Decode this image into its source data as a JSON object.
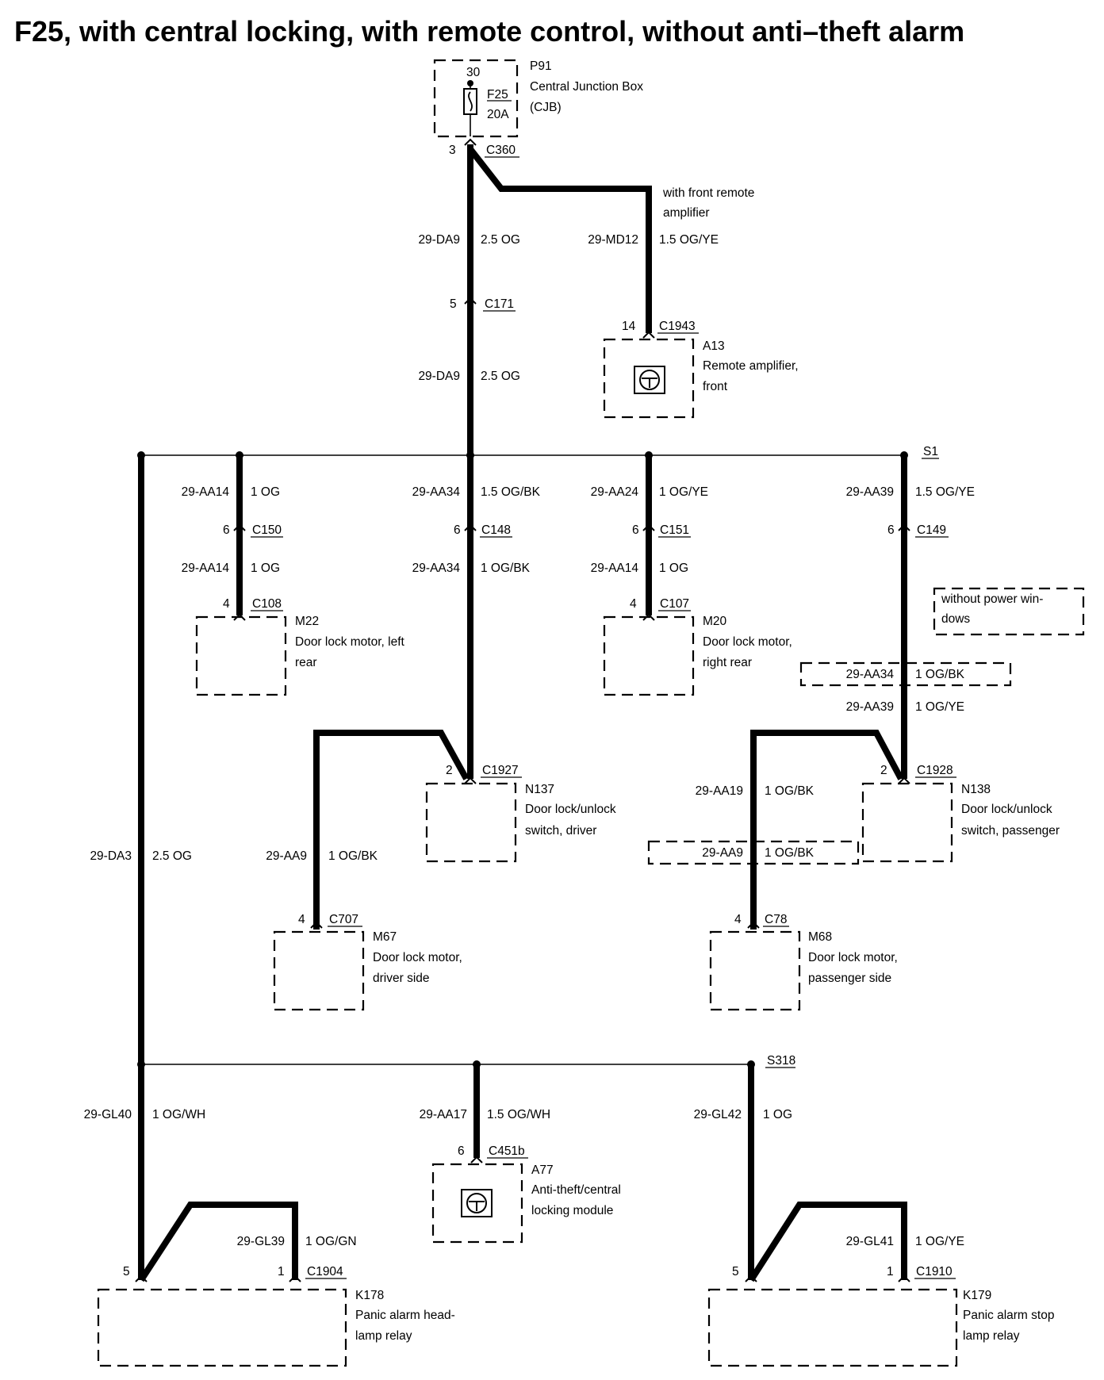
{
  "title": "F25, with central locking, with remote control, without anti–theft alarm",
  "components": {
    "p91": {
      "id": "P91",
      "line1": "Central Junction Box",
      "line2": "(CJB)"
    },
    "f25": {
      "fuse": "F25",
      "rating": "20A",
      "pin": "30"
    },
    "a13": {
      "id": "A13",
      "line1": "Remote amplifier,",
      "line2": "front"
    },
    "m22": {
      "id": "M22",
      "line1": "Door lock motor, left",
      "line2": "rear"
    },
    "m20": {
      "id": "M20",
      "line1": "Door lock motor,",
      "line2": "right rear"
    },
    "n137": {
      "id": "N137",
      "line1": "Door lock/unlock",
      "line2": "switch, driver"
    },
    "n138": {
      "id": "N138",
      "line1": "Door lock/unlock",
      "line2": "switch, passenger"
    },
    "m67": {
      "id": "M67",
      "line1": "Door lock motor,",
      "line2": "driver side"
    },
    "m68": {
      "id": "M68",
      "line1": "Door lock motor,",
      "line2": "passenger side"
    },
    "a77": {
      "id": "A77",
      "line1": "Anti-theft/central",
      "line2": "locking module"
    },
    "k178": {
      "id": "K178",
      "line1": "Panic alarm head-",
      "line2": "lamp relay"
    },
    "k179": {
      "id": "K179",
      "line1": "Panic alarm stop",
      "line2": "lamp relay"
    }
  },
  "connectors": {
    "c360": {
      "name": "C360",
      "pin": "3"
    },
    "c171": {
      "name": "C171",
      "pin": "5"
    },
    "c1943": {
      "name": "C1943",
      "pin": "14"
    },
    "c150": {
      "name": "C150",
      "pin": "6"
    },
    "c148": {
      "name": "C148",
      "pin": "6"
    },
    "c151": {
      "name": "C151",
      "pin": "6"
    },
    "c149": {
      "name": "C149",
      "pin": "6"
    },
    "c108": {
      "name": "C108",
      "pin": "4"
    },
    "c107": {
      "name": "C107",
      "pin": "4"
    },
    "c1927": {
      "name": "C1927",
      "pin": "2"
    },
    "c1928": {
      "name": "C1928",
      "pin": "2"
    },
    "c707": {
      "name": "C707",
      "pin": "4"
    },
    "c78": {
      "name": "C78",
      "pin": "4"
    },
    "c451b": {
      "name": "C451b",
      "pin": "6"
    },
    "c1904": {
      "name": "C1904",
      "pin_a": "5",
      "pin_b": "1"
    },
    "c1910": {
      "name": "C1910",
      "pin_a": "5",
      "pin_b": "1"
    }
  },
  "splices": {
    "s1": "S1",
    "s318": "S318"
  },
  "notes": {
    "front_amp": {
      "line1": "with front remote",
      "line2": "amplifier"
    },
    "no_windows": {
      "line1": "without power win-",
      "line2": "dows"
    }
  },
  "wires": {
    "da9_upper": {
      "circuit": "29-DA9",
      "spec": "2.5 OG"
    },
    "md12": {
      "circuit": "29-MD12",
      "spec": "1.5 OG/YE"
    },
    "da9_lower": {
      "circuit": "29-DA9",
      "spec": "2.5 OG"
    },
    "aa14_a": {
      "circuit": "29-AA14",
      "spec": "1 OG"
    },
    "aa14_b": {
      "circuit": "29-AA14",
      "spec": "1 OG"
    },
    "aa34_a": {
      "circuit": "29-AA34",
      "spec": "1.5 OG/BK"
    },
    "aa34_b": {
      "circuit": "29-AA34",
      "spec": "1 OG/BK"
    },
    "aa24": {
      "circuit": "29-AA24",
      "spec": "1 OG/YE"
    },
    "aa14_c": {
      "circuit": "29-AA14",
      "spec": "1 OG"
    },
    "aa39_a": {
      "circuit": "29-AA39",
      "spec": "1.5 OG/YE"
    },
    "aa34_alt": {
      "circuit": "29-AA34",
      "spec": "1 OG/BK"
    },
    "aa39_b": {
      "circuit": "29-AA39",
      "spec": "1 OG/YE"
    },
    "da3": {
      "circuit": "29-DA3",
      "spec": "2.5 OG"
    },
    "aa9": {
      "circuit": "29-AA9",
      "spec": "1 OG/BK"
    },
    "aa19": {
      "circuit": "29-AA19",
      "spec": "1 OG/BK"
    },
    "aa9_alt": {
      "circuit": "29-AA9",
      "spec": "1 OG/BK"
    },
    "gl40": {
      "circuit": "29-GL40",
      "spec": "1 OG/WH"
    },
    "aa17": {
      "circuit": "29-AA17",
      "spec": "1.5 OG/WH"
    },
    "gl42": {
      "circuit": "29-GL42",
      "spec": "1 OG"
    },
    "gl39": {
      "circuit": "29-GL39",
      "spec": "1 OG/GN"
    },
    "gl41": {
      "circuit": "29-GL41",
      "spec": "1 OG/YE"
    }
  }
}
